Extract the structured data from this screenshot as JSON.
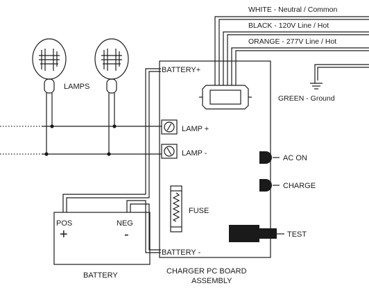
{
  "wires": {
    "white_label": "WHITE - Neutral / Common",
    "black_label": "BLACK - 120V Line / Hot",
    "orange_label": "ORANGE - 277V Line / Hot",
    "green_label": "GREEN - Ground"
  },
  "lamps": {
    "label": "LAMPS"
  },
  "board": {
    "battery_pos_terminal": "BATTERY+",
    "lamp_pos_terminal": "LAMP +",
    "lamp_neg_terminal": "LAMP -",
    "battery_neg_terminal": "BATTERY -",
    "fuse_label": "FUSE",
    "ac_on_label": "AC ON",
    "charge_label": "CHARGE",
    "test_label": "TEST",
    "caption_line1": "CHARGER PC BOARD",
    "caption_line2": "ASSEMBLY"
  },
  "battery": {
    "pos_label": "POS",
    "neg_label": "NEG",
    "plus_symbol": "+",
    "minus_symbol": "-",
    "caption": "BATTERY"
  }
}
